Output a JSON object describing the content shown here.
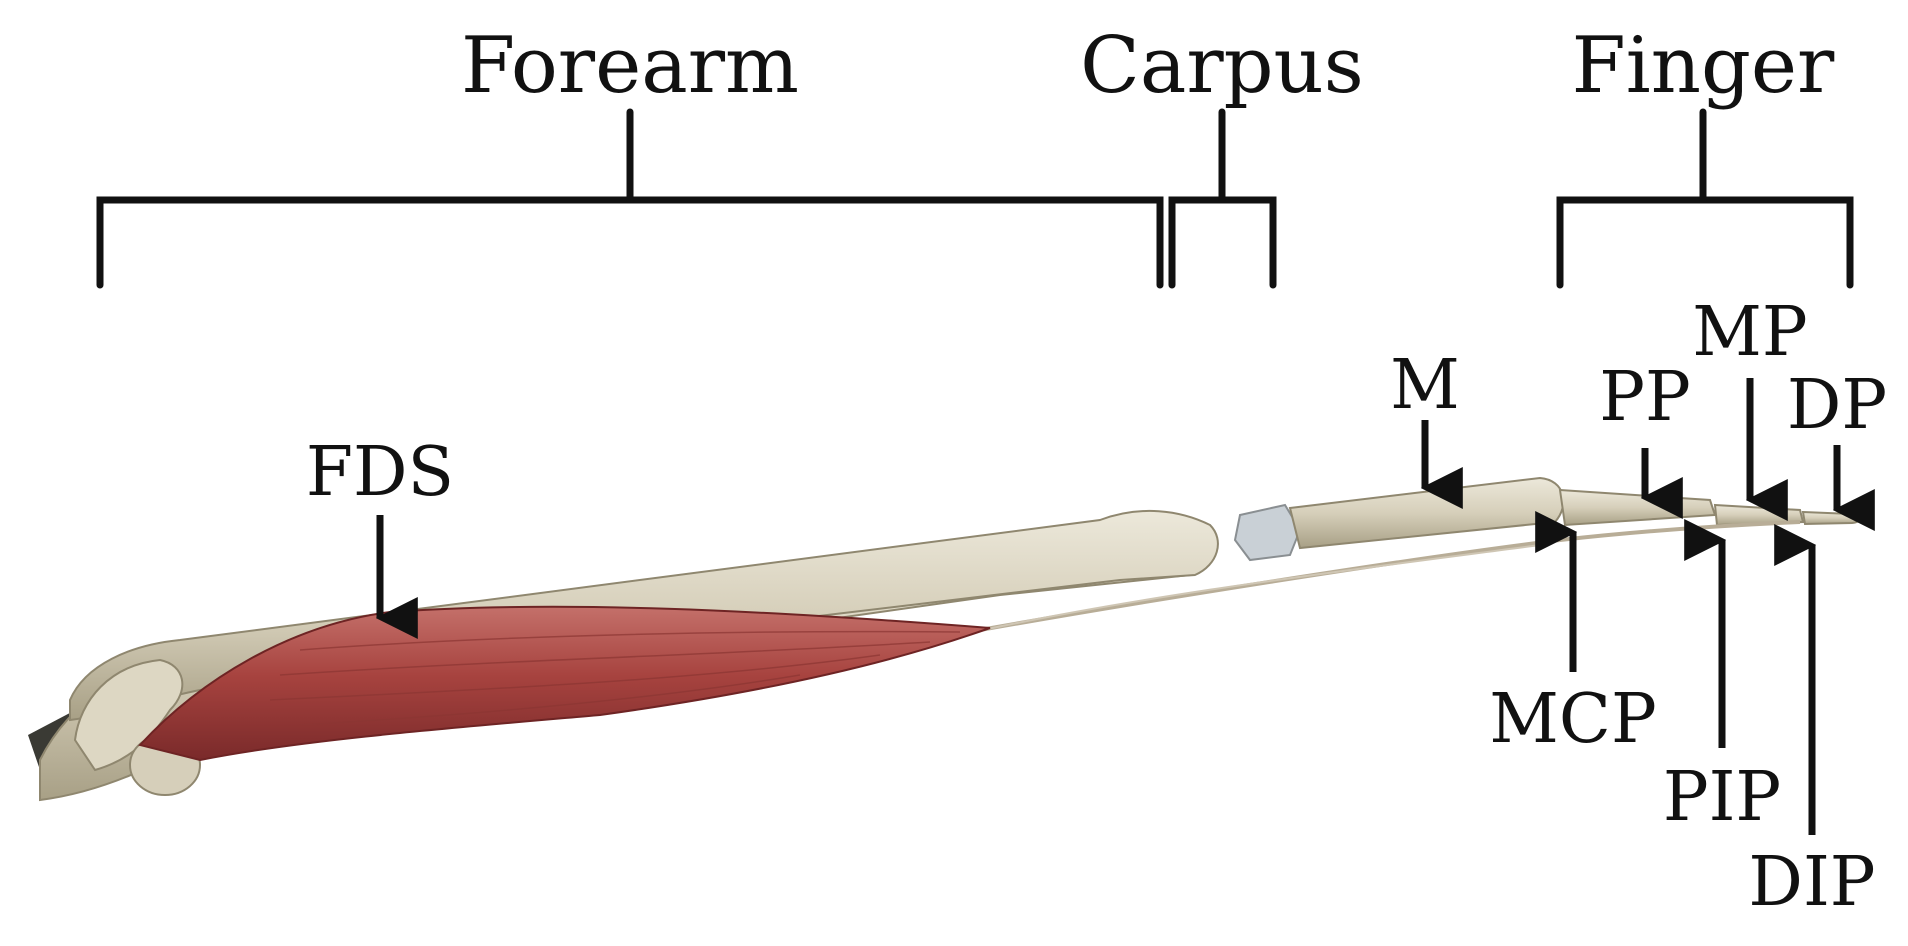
{
  "groups": {
    "forearm": "Forearm",
    "carpus": "Carpus",
    "finger": "Finger"
  },
  "labels": {
    "fds": "FDS",
    "m": "M",
    "pp": "PP",
    "mp": "MP",
    "dp": "DP",
    "mcp": "MCP",
    "pip": "PIP",
    "dip": "DIP"
  },
  "colors": {
    "ink": "#111111",
    "bone": "#d9d3bf",
    "bone_shadow": "#a79f86",
    "muscle": "#a8423f",
    "muscle_dark": "#7e2a2a",
    "tendon": "#cfc6b4"
  }
}
